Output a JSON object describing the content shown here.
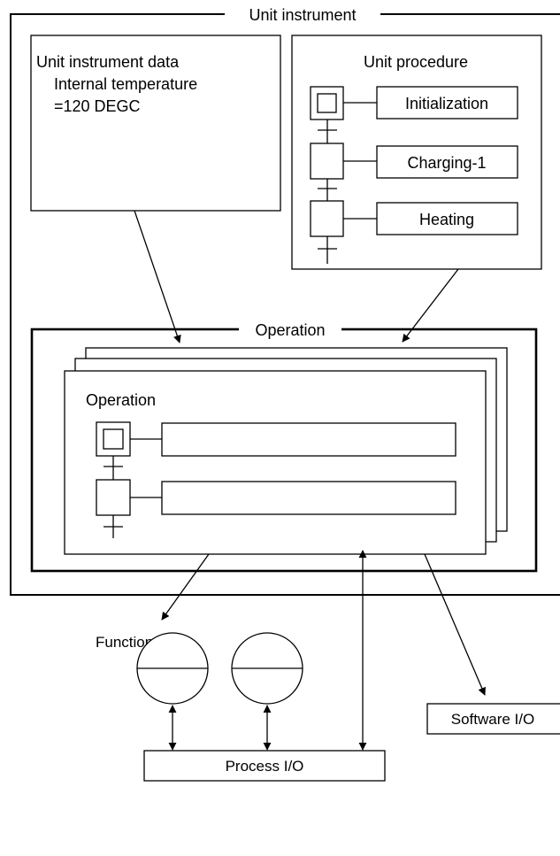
{
  "unit_instrument": {
    "title": "Unit instrument",
    "data_box": {
      "title": "Unit instrument data",
      "line1": "Internal temperature",
      "line2": "=120 DEGC"
    },
    "procedure": {
      "title": "Unit procedure",
      "steps": [
        "Initialization",
        "Charging-1",
        "Heating"
      ]
    }
  },
  "operation_frame": {
    "title": "Operation",
    "card_title": "Operation"
  },
  "function_block_label": "Function block",
  "software_io_label": "Software I/O",
  "process_io_label": "Process I/O"
}
